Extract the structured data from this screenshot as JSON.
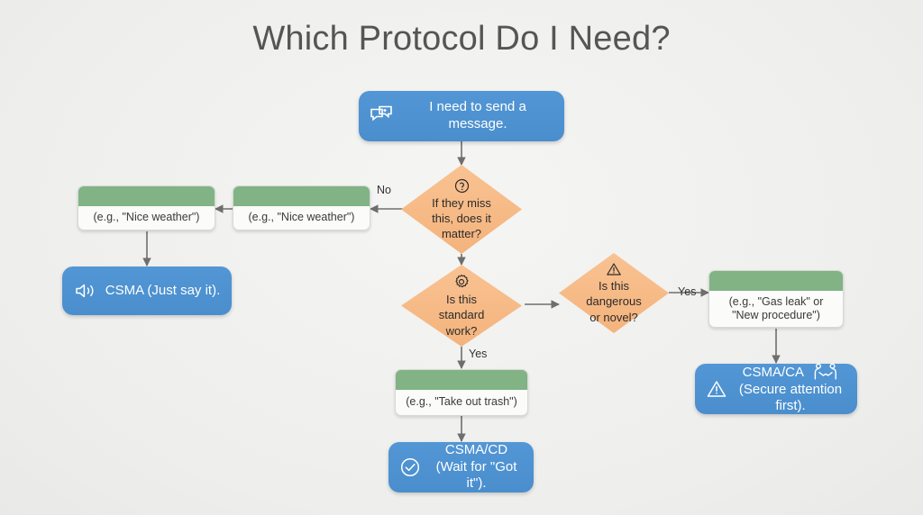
{
  "title": "Which Protocol Do I Need?",
  "colors": {
    "background": "#f0f0ee",
    "blue": "#4a8ecd",
    "green": "#81b385",
    "orange": "#f4b37c",
    "edge": "#6e6e6e",
    "title_text": "#555552"
  },
  "nodes": {
    "start": {
      "label": "I need to send a message.",
      "icon": "message-icon",
      "shape": "rounded-rect",
      "color": "blue"
    },
    "decision_matter": {
      "line1": "If they miss",
      "line2": "this, does it",
      "line3": "matter?",
      "icon": "question-circle-icon",
      "shape": "diamond",
      "color": "orange"
    },
    "decision_standard": {
      "line1": "Is this",
      "line2": "standard",
      "line3": "work?",
      "icon": "gear-icon",
      "shape": "diamond",
      "color": "orange"
    },
    "decision_dangerous": {
      "line1": "Is this",
      "line2": "dangerous",
      "line3": "or novel?",
      "icon": "warning-triangle-icon",
      "shape": "diamond",
      "color": "orange"
    },
    "note_nice_weather_right": {
      "line1": "(e.g., \"Nice weather\")",
      "line2": "",
      "shape": "note",
      "color": "green"
    },
    "note_nice_weather_left": {
      "line1": "(e.g., \"Nice weather\")",
      "line2": "",
      "shape": "note",
      "color": "green"
    },
    "note_take_out_trash": {
      "line1": "(e.g., \"Take out trash\")",
      "line2": "",
      "shape": "note",
      "color": "green"
    },
    "note_gas_leak": {
      "line1": "(e.g., \"Gas leak\" or",
      "line2": "\"New procedure\")",
      "shape": "note",
      "color": "green"
    },
    "result_csma": {
      "line1": "CSMA (Just say it).",
      "line2": "",
      "icon": "speaker-icon",
      "shape": "rounded-rect",
      "color": "blue"
    },
    "result_csma_cd": {
      "line1": "CSMA/CD",
      "line2": "(Wait for \"Got it\").",
      "icon": "check-circle-icon",
      "shape": "rounded-rect",
      "color": "blue"
    },
    "result_csma_ca": {
      "line1": "CSMA/CA",
      "line2": "(Secure attention first).",
      "icon": "warning-triangle-icon",
      "icon2": "handshake-people-icon",
      "shape": "rounded-rect",
      "color": "blue"
    }
  },
  "edge_labels": {
    "no_matter": "No",
    "yes_standard": "Yes",
    "yes_dangerous": "Yes"
  }
}
